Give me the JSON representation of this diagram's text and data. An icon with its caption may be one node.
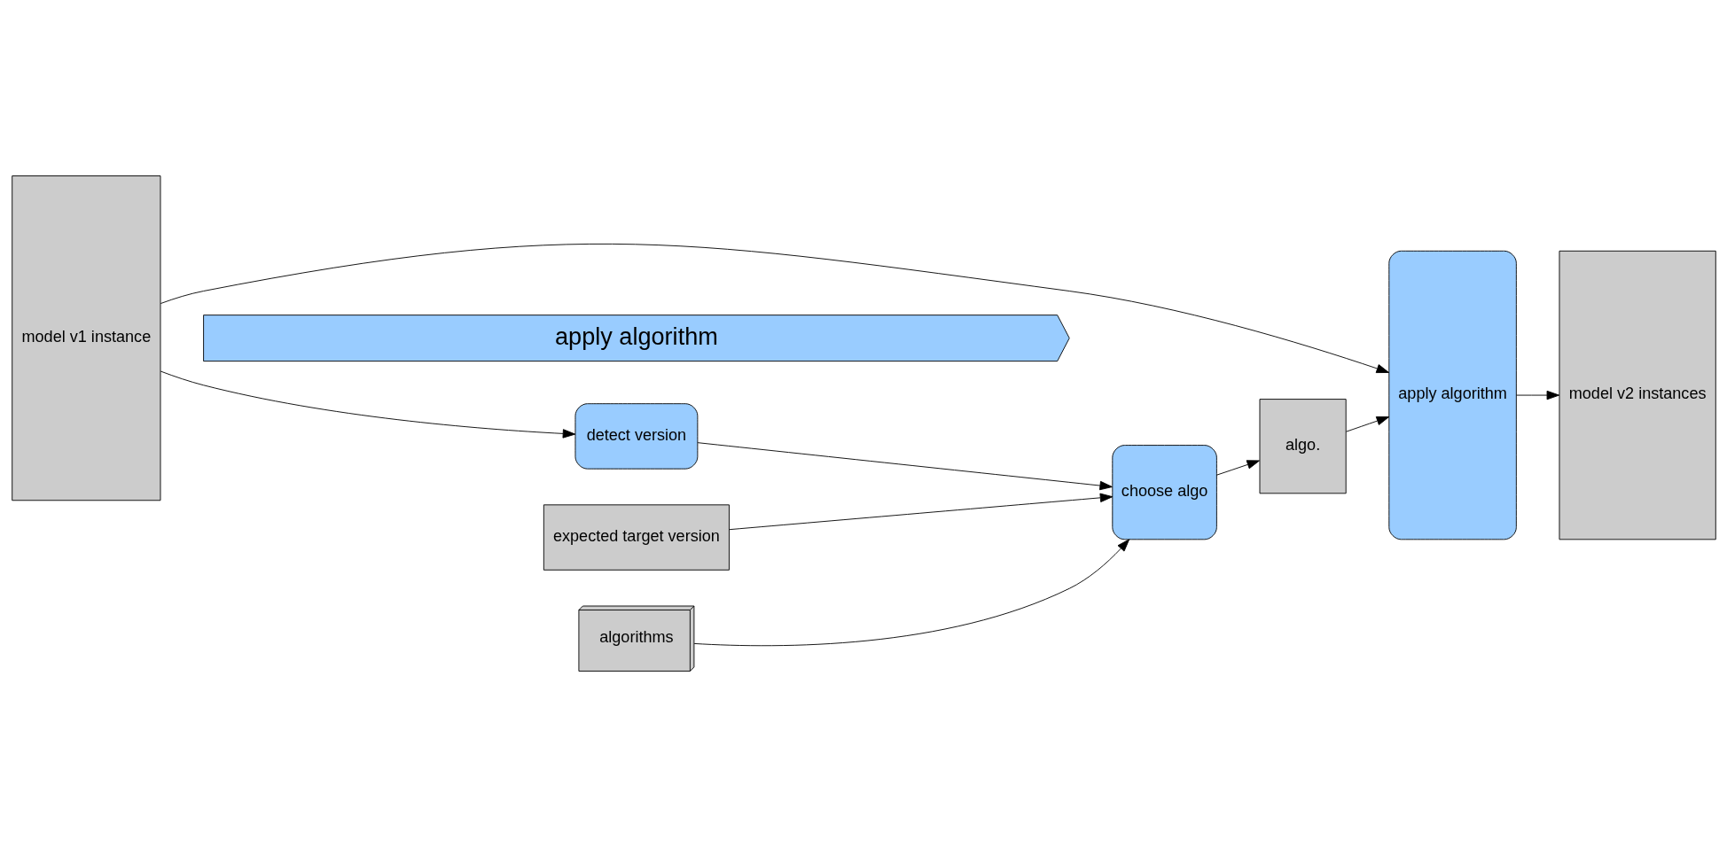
{
  "diagram": {
    "nodes": [
      {
        "text": [
          "model v1 instance"
        ]
      },
      {
        "text": [
          "expected target version"
        ]
      },
      {
        "text": [
          "algorithms"
        ]
      },
      {
        "text": [
          "detect version"
        ]
      },
      {
        "text": [
          "choose algo"
        ]
      },
      {
        "text": [
          "algo."
        ]
      },
      {
        "text": [
          "apply algorithm"
        ]
      },
      {
        "text": [
          "model v2 instances"
        ]
      },
      {
        "text": [
          "apply algorithm"
        ]
      }
    ],
    "edges": [
      {
        "from": 0,
        "to": 3,
        "arrow": "to"
      },
      {
        "from": 3,
        "to": 4,
        "arrow": "to"
      },
      {
        "from": 1,
        "to": 4,
        "arrow": "to"
      },
      {
        "from": 2,
        "to": 4,
        "arrow": "to"
      },
      {
        "from": 4,
        "to": 5,
        "arrow": "to"
      },
      {
        "from": 5,
        "to": 6,
        "arrow": "to"
      },
      {
        "from": 0,
        "to": 6,
        "arrow": "to"
      },
      {
        "from": 6,
        "to": 7,
        "arrow": "to"
      }
    ]
  }
}
